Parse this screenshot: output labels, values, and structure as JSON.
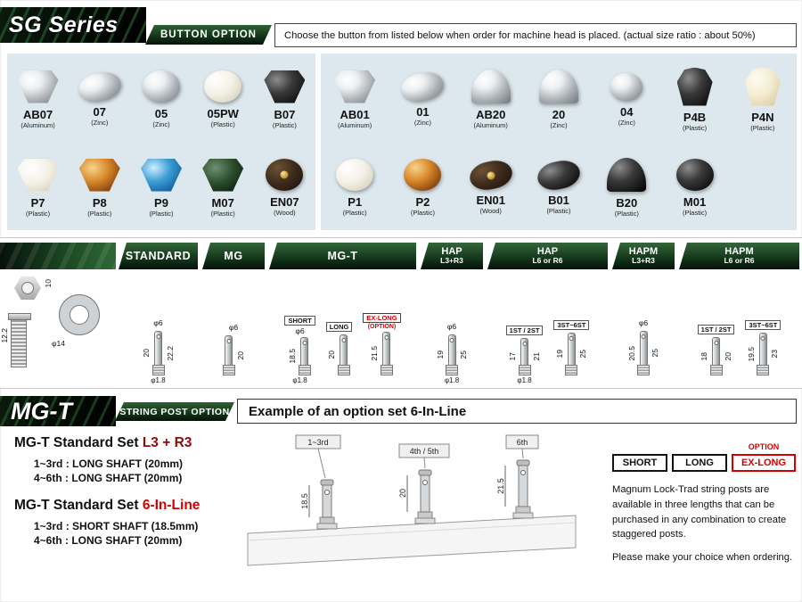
{
  "header": {
    "series_title": "SG Series",
    "section_label": "BUTTON OPTION",
    "note": "Choose the button from listed below when order for machine head is placed.  (actual size ratio :  about 50%)"
  },
  "buttons": {
    "left_row1": [
      {
        "code": "AB07",
        "material": "(Aluminum)"
      },
      {
        "code": "07",
        "material": "(Zinc)"
      },
      {
        "code": "05",
        "material": "(Zinc)"
      },
      {
        "code": "05PW",
        "material": "(Plastic)"
      },
      {
        "code": "B07",
        "material": "(Plastic)"
      }
    ],
    "left_row2": [
      {
        "code": "P7",
        "material": "(Plastic)"
      },
      {
        "code": "P8",
        "material": "(Plastic)"
      },
      {
        "code": "P9",
        "material": "(Plastic)"
      },
      {
        "code": "M07",
        "material": "(Plastic)"
      },
      {
        "code": "EN07",
        "material": "(Wood)"
      }
    ],
    "right_row1": [
      {
        "code": "AB01",
        "material": "(Aluminum)"
      },
      {
        "code": "01",
        "material": "(Zinc)"
      },
      {
        "code": "AB20",
        "material": "(Aluminum)"
      },
      {
        "code": "20",
        "material": "(Zinc)"
      },
      {
        "code": "04",
        "material": "(Zinc)"
      },
      {
        "code": "P4B",
        "material": "(Plastic)"
      },
      {
        "code": "P4N",
        "material": "(Plastic)"
      }
    ],
    "right_row2": [
      {
        "code": "P1",
        "material": "(Plastic)"
      },
      {
        "code": "P2",
        "material": "(Plastic)"
      },
      {
        "code": "EN01",
        "material": "(Wood)"
      },
      {
        "code": "B01",
        "material": "(Plastic)"
      },
      {
        "code": "B20",
        "material": "(Plastic)"
      },
      {
        "code": "M01",
        "material": "(Plastic)"
      }
    ]
  },
  "spec": {
    "fixture": {
      "nut_height": "10",
      "washer_dia": "φ14",
      "bushing_height": "12.2"
    },
    "headers": {
      "standard": "STANDARD",
      "mg": "MG",
      "mgt": "MG-T",
      "hap1_title": "HAP",
      "hap1_sub": "L3+R3",
      "hap2_title": "HAP",
      "hap2_sub": "L6 or R6",
      "hapm1_title": "HAPM",
      "hapm1_sub": "L3+R3",
      "hapm2_title": "HAPM",
      "hapm2_sub": "L6 or R6"
    },
    "standard": {
      "dia_top": "φ6",
      "len_post": "20",
      "len_total": "22.2",
      "dia_hole": "φ1.8"
    },
    "mg": {
      "dia_top": "φ6",
      "len_post": "20"
    },
    "mgt": {
      "tag_short": "SHORT",
      "tag_long": "LONG",
      "tag_exlong": "EX-LONG",
      "tag_option": "(OPTION)",
      "dia_top": "φ6",
      "len_short": "18.5",
      "len_long": "20",
      "len_exlong": "21.5",
      "dia_hole": "φ1.8"
    },
    "hap1": {
      "dia_top": "φ6",
      "len_upper": "19",
      "len_total": "25",
      "dia_hole": "φ1.8"
    },
    "hap2": {
      "tag1": "1ST / 2ST",
      "tag2": "3ST~6ST",
      "p1_upper": "17",
      "p1_total": "21",
      "p2_upper": "19",
      "p2_total": "25",
      "dia_hole": "φ1.8"
    },
    "hapm1": {
      "dia_top": "φ6",
      "len_upper": "20.5",
      "len_total": "25"
    },
    "hapm2": {
      "tag1": "1ST / 2ST",
      "tag2": "3ST~6ST",
      "p1_upper": "18",
      "p1_total": "20",
      "p2_upper": "19.5",
      "p2_total": "23"
    }
  },
  "mgt_option": {
    "title": "MG-T",
    "section_label": "STRING POST OPTION",
    "example_heading": "Example of an option set 6-In-Line",
    "set1_prefix": "MG-T Standard Set ",
    "set1_accent": "L3 + R3",
    "set1_line1": "1~3rd : LONG SHAFT (20mm)",
    "set1_line2": "4~6th : LONG SHAFT (20mm)",
    "set2_prefix": "MG-T Standard Set ",
    "set2_accent": "6-In-Line",
    "set2_line1": "1~3rd : SHORT SHAFT (18.5mm)",
    "set2_line2": "4~6th : LONG SHAFT (20mm)",
    "diagram": {
      "label1": "1~3rd",
      "label2": "4th / 5th",
      "label3": "6th",
      "dim1": "18.5",
      "dim2": "20",
      "dim3": "21.5"
    },
    "option_tag": "OPTION",
    "opt_short": "SHORT",
    "opt_long": "LONG",
    "opt_exlong": "EX-LONG",
    "description": "Magnum Lock-Trad string posts are available in three lengths that can be purchased in any combination to create staggered posts.",
    "note": "Please make your choice when ordering."
  },
  "colors": {
    "accent_red": "#d40000",
    "accent_maroon": "#8f0b0b",
    "dark_green": "#14361a",
    "panel_blue": "#dde8ee"
  }
}
